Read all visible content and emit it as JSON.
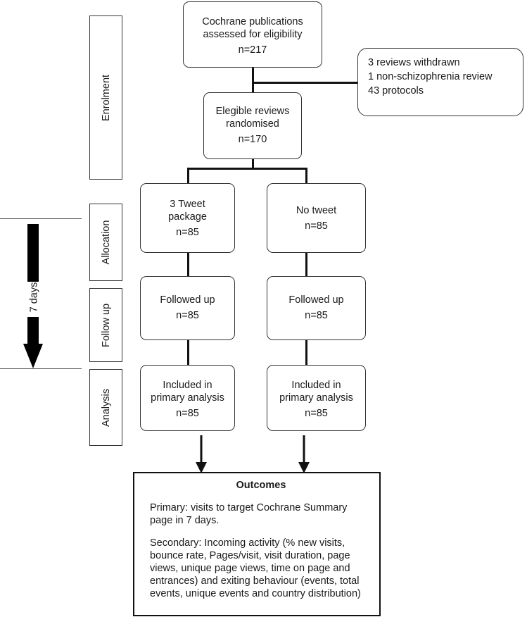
{
  "stages": {
    "enrolment": "Enrolment",
    "allocation": "Allocation",
    "follow_up": "Follow up",
    "analysis": "Analysis"
  },
  "timeline": {
    "label": "7 days"
  },
  "assessed": {
    "line1": "Cochrane publications",
    "line2": "assessed for eligibility",
    "count": "n=217"
  },
  "excluded": {
    "line1": "3 reviews withdrawn",
    "line2": "1 non-schizophrenia review",
    "line3": "43 protocols"
  },
  "randomised": {
    "line1": "Elegible reviews",
    "line2": "randomised",
    "count": "n=170"
  },
  "arms": [
    {
      "allocation": {
        "line1": "3 Tweet",
        "line2": "package",
        "count": "n=85"
      },
      "follow_up": {
        "label": "Followed up",
        "count": "n=85"
      },
      "analysis": {
        "line1": "Included in",
        "line2": "primary analysis",
        "count": "n=85"
      }
    },
    {
      "allocation": {
        "line1": "No tweet",
        "line2": "",
        "count": "n=85"
      },
      "follow_up": {
        "label": "Followed up",
        "count": "n=85"
      },
      "analysis": {
        "line1": "Included in",
        "line2": "primary analysis",
        "count": "n=85"
      }
    }
  ],
  "outcomes": {
    "title": "Outcomes",
    "primary": "Primary: visits to target Cochrane Summary page in 7 days.",
    "secondary": "Secondary:  Incoming activity (% new visits, bounce rate, Pages/visit, visit duration, page views, unique page views, time on page and entrances) and exiting behaviour (events, total events, unique events and country distribution)"
  }
}
